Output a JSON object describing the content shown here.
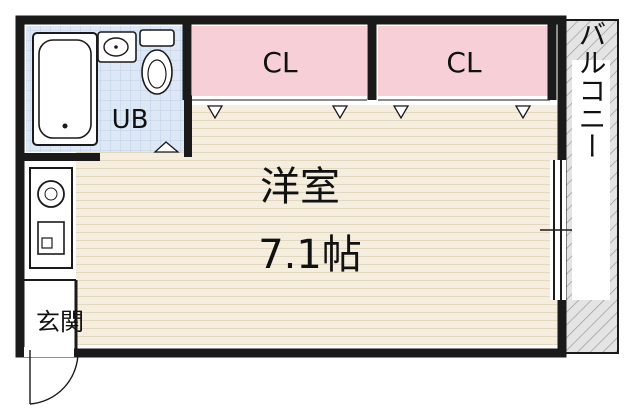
{
  "rooms": {
    "closet_left": "CL",
    "closet_right": "CL",
    "bathroom": "UB",
    "main_room_name": "洋室",
    "main_room_size": "7.1帖",
    "entrance": "玄関",
    "balcony": "バルコニー"
  },
  "colors": {
    "wall": "#1a1a1a",
    "closet_fill": "#f6d0d6",
    "bath_fill": "#dce8f6",
    "floor_fill": "#f5eede",
    "floor_line": "#e3d8bf",
    "balcony_fill": "#e4e4e4",
    "balcony_hatch": "#9a9a9a"
  }
}
